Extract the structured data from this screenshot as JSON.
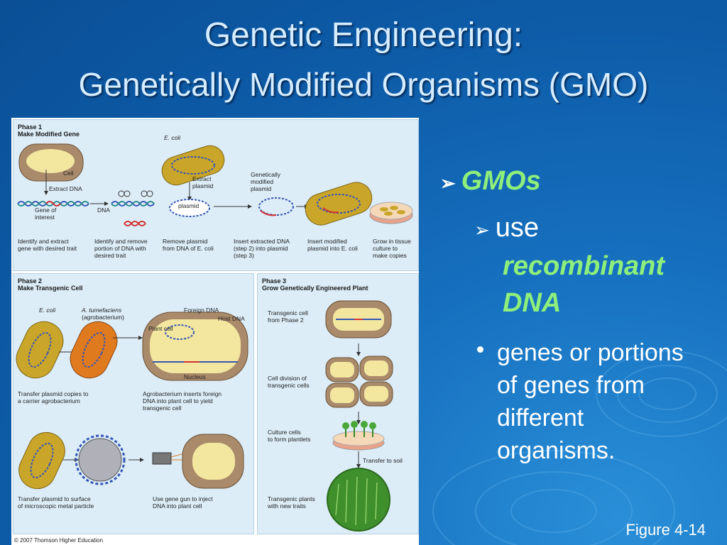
{
  "slide": {
    "title_line1": "Genetic Engineering:",
    "title_line2": "Genetically Modified Organisms (GMO)",
    "figure_ref": "Figure 4-14"
  },
  "bullets": {
    "level1": "GMOs",
    "level2_prefix": "use",
    "level2_em_line1": "recombinant",
    "level2_em_line2": "DNA",
    "level3": [
      "genes or portions",
      "of genes from",
      "different",
      "organisms."
    ]
  },
  "figure": {
    "copyright": "© 2007 Thomson Higher Education",
    "phase1": {
      "title1": "Phase 1",
      "title2": "Make Modified Gene",
      "labels": {
        "cell": "Cell",
        "extract_dna": "Extract DNA",
        "gene_of": "Gene of",
        "interest": "interest",
        "dna": "DNA",
        "ecoli": "E. coli",
        "extract": "Extract",
        "plasmid": "plasmid",
        "plasmid_inner": "plasmid",
        "gm1": "Genetically",
        "gm2": "modified",
        "gm3": "plasmid"
      },
      "captions": [
        [
          "Identify and extract",
          "gene with desired trait"
        ],
        [
          "Identify and remove",
          "portion of DNA with",
          "desired trait"
        ],
        [
          "Remove plasmid",
          "from DNA of E. coli"
        ],
        [
          "Insert extracted DNA",
          "(step 2) into plasmid",
          "(step 3)"
        ],
        [
          "Insert modified",
          "plasmid into E. coli"
        ],
        [
          "Grow in tissue",
          "culture to",
          "make copies"
        ]
      ]
    },
    "phase2": {
      "title1": "Phase 2",
      "title2": "Make Transgenic Cell",
      "labels": {
        "ecoli": "E. coli",
        "atum1": "A. tumefaciens",
        "atum2": "(agrobacterium)",
        "foreign_dna": "Foreign DNA",
        "host_dna": "Host DNA",
        "plant_cell": "Plant cell",
        "nucleus": "Nucleus"
      },
      "captions": [
        [
          "Transfer plasmid copies to",
          "a carrier agrobacterium"
        ],
        [
          "Agrobacterium inserts foreign",
          "DNA into plant cell to yield",
          "transgenic cell"
        ],
        [
          "Transfer plasmid to surface",
          "of microscopic metal particle"
        ],
        [
          "Use gene gun to inject",
          "DNA into plant cell"
        ]
      ]
    },
    "phase3": {
      "title1": "Phase 3",
      "title2": "Grow Genetically Engineered Plant",
      "captions": [
        [
          "Transgenic cell",
          "from Phase 2"
        ],
        [
          "Cell division of",
          "transgenic cells"
        ],
        [
          "Culture cells",
          "to form plantlets"
        ],
        [
          "Transfer to soil"
        ],
        [
          "Transgenic plants",
          "with new traits"
        ]
      ]
    }
  }
}
